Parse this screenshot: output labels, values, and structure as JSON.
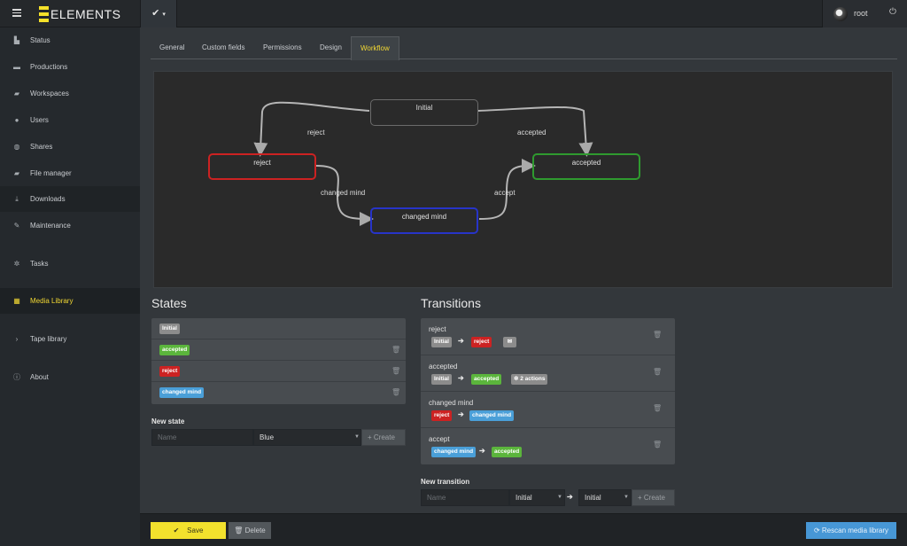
{
  "app": {
    "name": "ELEMENTS",
    "user": "root"
  },
  "sidebar": {
    "items": [
      {
        "label": "Status",
        "icon": "chart-icon"
      },
      {
        "label": "Productions",
        "icon": "archive-icon"
      },
      {
        "label": "Workspaces",
        "icon": "folder-icon"
      },
      {
        "label": "Users",
        "icon": "users-icon"
      },
      {
        "label": "Shares",
        "icon": "globe-icon"
      },
      {
        "label": "File manager",
        "icon": "folder-icon"
      },
      {
        "label": "Downloads",
        "icon": "download-icon"
      },
      {
        "label": "Maintenance",
        "icon": "wrench-icon"
      },
      {
        "label": "Tasks",
        "icon": "gears-icon"
      },
      {
        "label": "Media Library",
        "icon": "film-icon"
      },
      {
        "label": "Tape library",
        "icon": "caret-right-icon"
      },
      {
        "label": "About",
        "icon": "info-icon"
      }
    ]
  },
  "tabs": [
    "General",
    "Custom fields",
    "Permissions",
    "Design",
    "Workflow"
  ],
  "graph": {
    "nodes": {
      "initial": "Initial",
      "reject": "reject",
      "accepted": "accepted",
      "changed_mind": "changed mind"
    },
    "edges": {
      "reject": "reject",
      "accepted": "accepted",
      "changed_mind": "changed mind",
      "accept": "accept"
    }
  },
  "states": {
    "title": "States",
    "items": [
      "Initial",
      "accepted",
      "reject",
      "changed mind"
    ],
    "new_label": "New state",
    "name_placeholder": "Name",
    "color_value": "Blue",
    "create_label": "Create"
  },
  "transitions": {
    "title": "Transitions",
    "items": [
      {
        "name": "reject",
        "from": "Initial",
        "to": "reject"
      },
      {
        "name": "accepted",
        "from": "Initial",
        "to": "accepted",
        "actions": "2 actions"
      },
      {
        "name": "changed mind",
        "from": "reject",
        "to": "changed mind"
      },
      {
        "name": "accept",
        "from": "changed mind",
        "to": "accepted"
      }
    ],
    "new_label": "New transition",
    "name_placeholder": "Name",
    "from_value": "Initial",
    "to_value": "Initial",
    "create_label": "Create"
  },
  "footer": {
    "save": "Save",
    "delete": "Delete",
    "rescan": "Rescan media library"
  },
  "colors": {
    "accent": "#f2d833",
    "green": "#5bb53c",
    "red": "#cc2222",
    "blue": "#4a9fd8",
    "gray": "#8c8c8c"
  }
}
